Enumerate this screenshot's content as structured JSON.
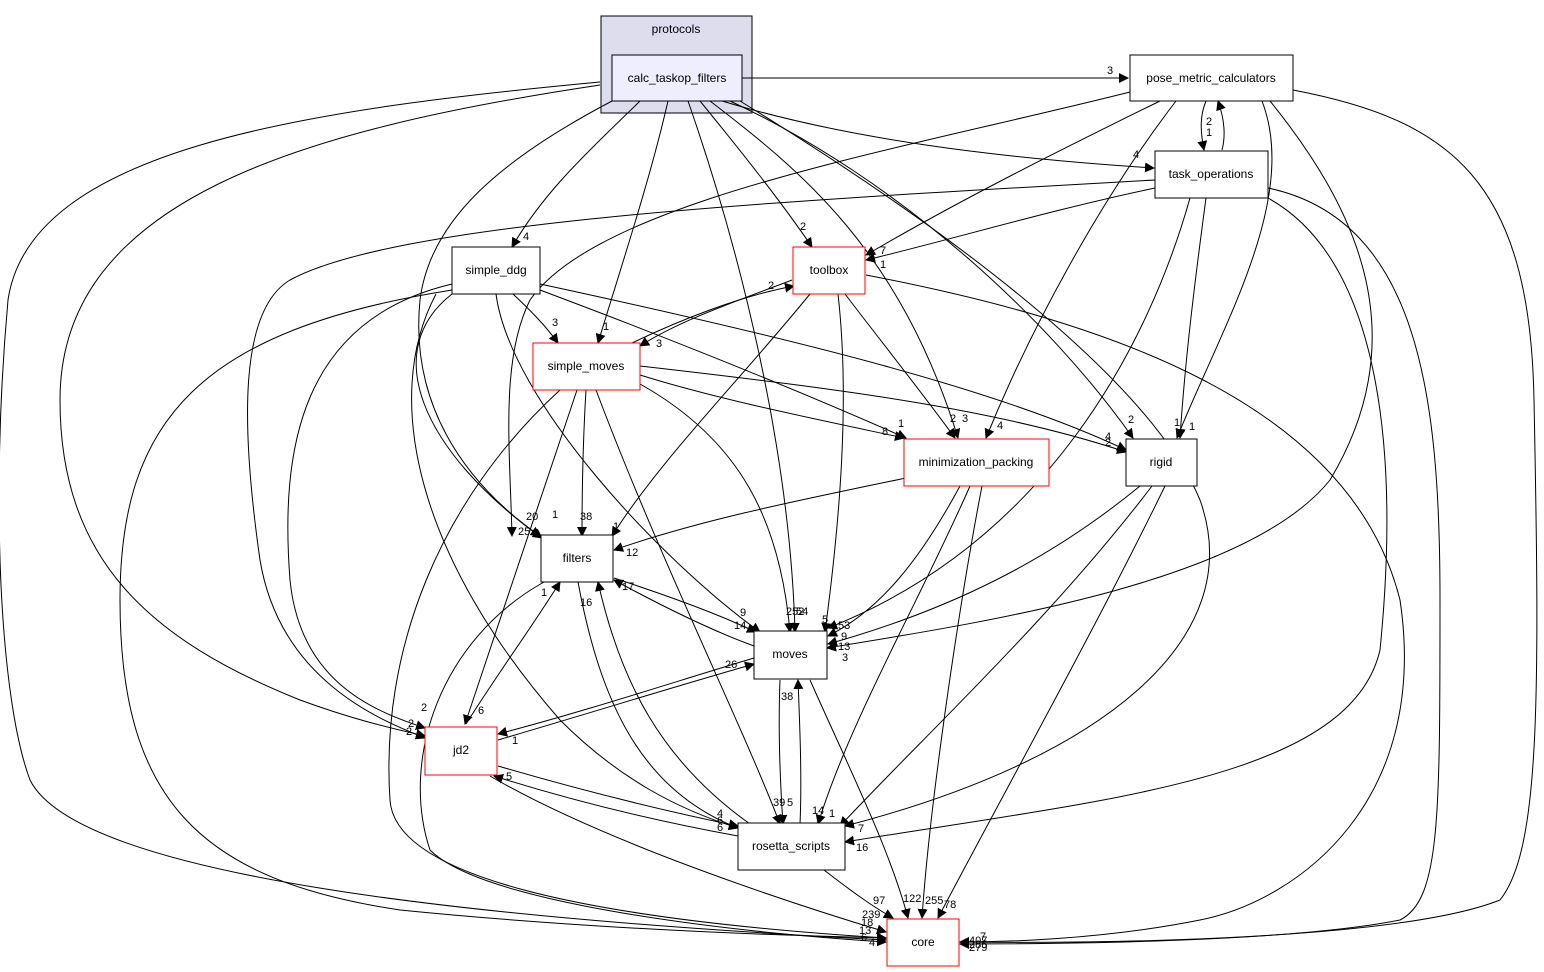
{
  "cluster": {
    "label": "protocols"
  },
  "nodes": {
    "calc_taskop_filters": {
      "label": "calc_taskop_filters",
      "border": "#000000",
      "fill": "#eeeeff"
    },
    "pose_metric_calculators": {
      "label": "pose_metric_calculators",
      "border": "#000000",
      "fill": "#ffffff"
    },
    "task_operations": {
      "label": "task_operations",
      "border": "#000000",
      "fill": "#ffffff"
    },
    "simple_ddg": {
      "label": "simple_ddg",
      "border": "#000000",
      "fill": "#ffffff"
    },
    "toolbox": {
      "label": "toolbox",
      "border": "#ff0000",
      "fill": "#ffffff"
    },
    "simple_moves": {
      "label": "simple_moves",
      "border": "#ff0000",
      "fill": "#ffffff"
    },
    "minimization_packing": {
      "label": "minimization_packing",
      "border": "#ff0000",
      "fill": "#ffffff"
    },
    "rigid": {
      "label": "rigid",
      "border": "#000000",
      "fill": "#ffffff"
    },
    "filters": {
      "label": "filters",
      "border": "#000000",
      "fill": "#ffffff"
    },
    "moves": {
      "label": "moves",
      "border": "#000000",
      "fill": "#ffffff"
    },
    "jd2": {
      "label": "jd2",
      "border": "#ff0000",
      "fill": "#ffffff"
    },
    "rosetta_scripts": {
      "label": "rosetta_scripts",
      "border": "#000000",
      "fill": "#ffffff"
    },
    "core": {
      "label": "core",
      "border": "#ff0000",
      "fill": "#ffffff"
    }
  },
  "edge_labels": {
    "ctf_pmc": "3",
    "pmc_to": "2",
    "to_pmc": "1",
    "ctf_to": "4",
    "ctf_sd": "4",
    "ctf_tb": "2",
    "ctf_sm": "1",
    "pmc_tb": "7",
    "to_tb": "1",
    "tb_sm": "2",
    "sm_tb": "3",
    "sd_sm": "3",
    "mp_a": "2",
    "mp_b": "3",
    "mp_c": "4",
    "sm_mp_a": "1",
    "sm_mp_b": "8",
    "rigid_a": "2",
    "rigid_b": "1",
    "rigid_c": "1",
    "rigid_d": "4",
    "rigid_e": "2",
    "f_a": "20",
    "f_b": "1",
    "f_c": "38",
    "f_d": "1",
    "f_e": "25",
    "f_f": "12",
    "f_g": "17",
    "f_h": "1",
    "f_i": "16",
    "mv_a": "9",
    "mv_b": "14",
    "mv_c": "252",
    "mv_d": "54",
    "mv_e": "5",
    "mv_f": "53",
    "mv_g": "9",
    "mv_h": "13",
    "mv_i": "3",
    "mv_j": "26",
    "mv_k": "38",
    "jd_a": "2",
    "jd_b": "2",
    "jd_c": "2",
    "jd_d": "6",
    "jd_e": "1",
    "jd_f": "5",
    "rs_a": "4",
    "rs_b": "6",
    "rs_c": "6",
    "rs_d": "39",
    "rs_e": "5",
    "rs_f": "14",
    "rs_g": "1",
    "rs_h": "7",
    "rs_i": "16",
    "c_a": "97",
    "c_b": "122",
    "c_c": "255",
    "c_d": "78",
    "c_e": "239",
    "c_f": "18",
    "c_g": "13",
    "c_h": "6",
    "c_i": "4",
    "c_j": "407",
    "c_k": "285",
    "c_l": "279",
    "c_m": "7"
  }
}
